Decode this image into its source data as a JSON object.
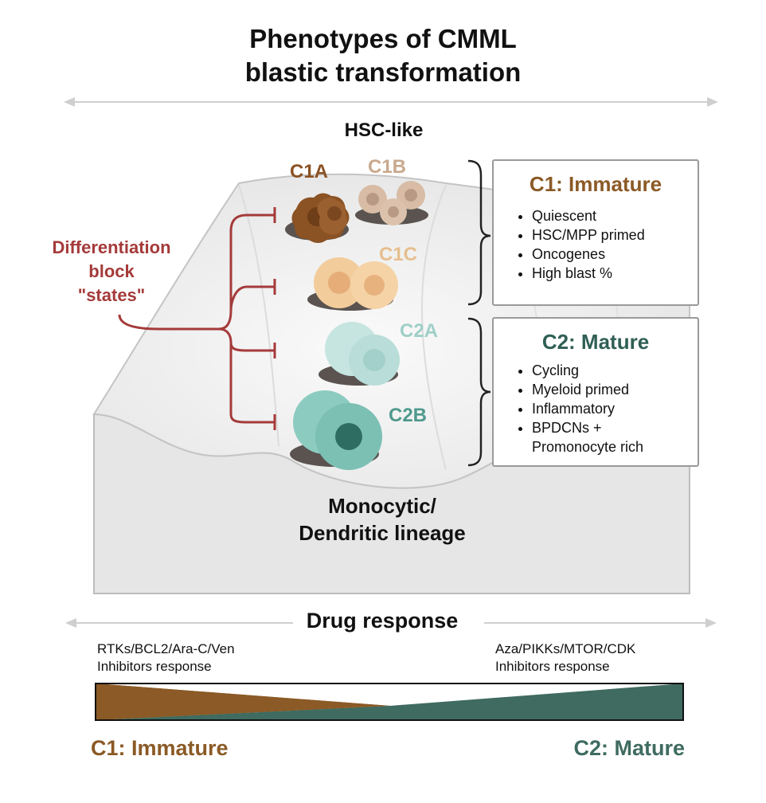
{
  "title": {
    "line1": "Phenotypes of CMML",
    "line2": "blastic transformation"
  },
  "landscape": {
    "top_label": "HSC-like",
    "bottom_label_line1": "Monocytic/",
    "bottom_label_line2": "Dendritic lineage"
  },
  "cells": {
    "c1a": "C1A",
    "c1b": "C1B",
    "c1c": "C1C",
    "c2a": "C2A",
    "c2b": "C2B"
  },
  "differentiation": {
    "line1": "Differentiation",
    "line2": "block",
    "line3": "\"states\""
  },
  "boxes": {
    "c1": {
      "title": "C1: Immature",
      "items": [
        "Quiescent",
        "HSC/MPP primed",
        "Oncogenes",
        "High blast %"
      ]
    },
    "c2": {
      "title": "C2: Mature",
      "items": [
        "Cycling",
        "Myeloid primed",
        "Inflammatory",
        "BPDCNs +",
        "Promonocyte rich"
      ]
    }
  },
  "drug": {
    "title": "Drug response",
    "left_line1": "RTKs/BCL2/Ara-C/Ven",
    "left_line2": "Inhibitors response",
    "right_line1": "Aza/PIKKs/MTOR/CDK",
    "right_line2": "Inhibitors response",
    "bottom_left": "C1: Immature",
    "bottom_right": "C2: Mature"
  },
  "colors": {
    "c1a": "#8b5224",
    "c1b": "#d2b49c",
    "c1c": "#f0c998",
    "c2a": "#bde0dc",
    "c2b": "#7cbfb3",
    "immature_brown": "#8b5a26",
    "mature_teal": "#3f6b60",
    "block_red": "#a53a3a"
  }
}
